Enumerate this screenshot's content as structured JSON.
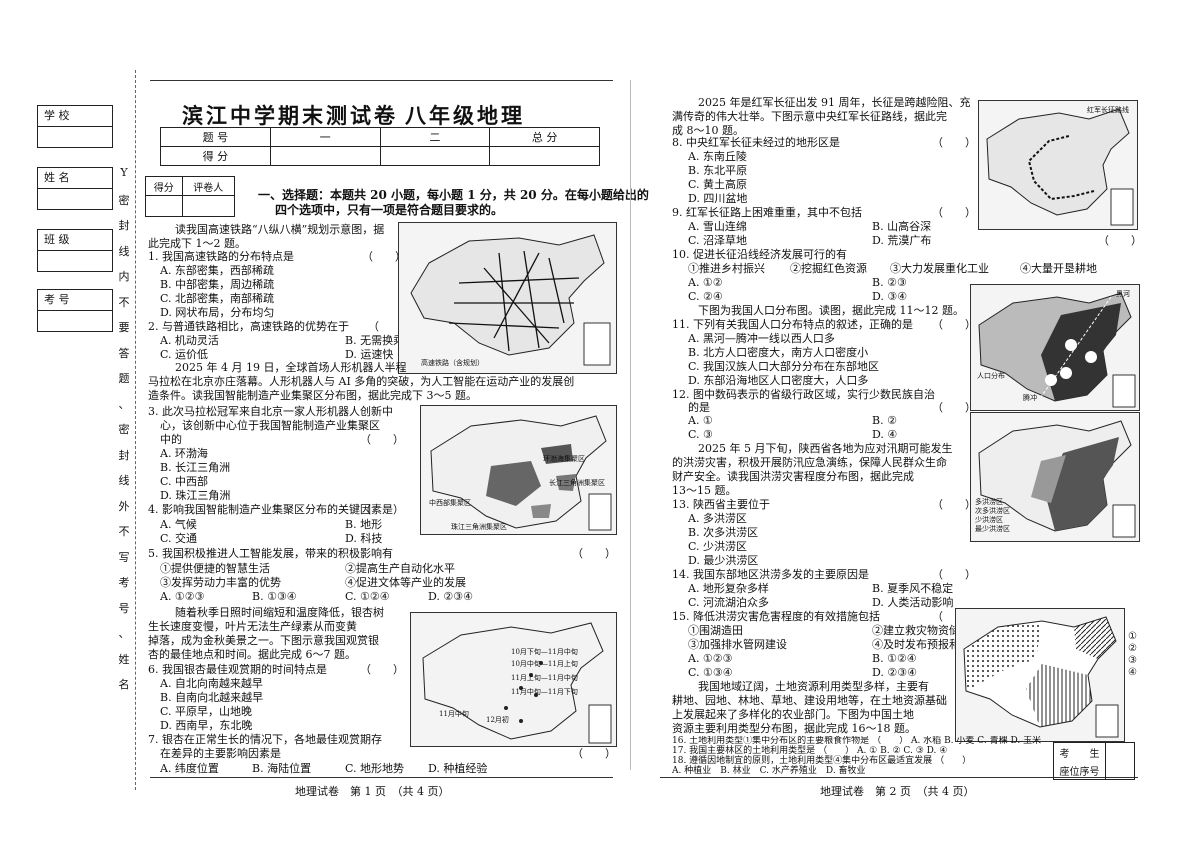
{
  "left_margin": {
    "fields": [
      "学 校",
      "姓 名",
      "班 级",
      "考 号"
    ],
    "side_text": [
      "Y",
      "密",
      "封",
      "线",
      "内",
      "不",
      "要",
      "答",
      "题",
      "、",
      "密",
      "封",
      "线",
      "外",
      "不",
      "写",
      "考",
      "号",
      "、",
      "姓",
      "名"
    ]
  },
  "header": {
    "title": "滨江中学期末测试卷",
    "subtitle": "八年级地理",
    "score_table": {
      "row1": [
        "题 号",
        "一",
        "二",
        "总 分"
      ],
      "row2": [
        "得 分"
      ]
    }
  },
  "grader_box": [
    "得分",
    "评卷人"
  ],
  "section1": {
    "heading_line1": "一、选择题：本题共 20 小题，每小题 1 分，共 20 分。在每小题给出的",
    "heading_line2": "四个选项中，只有一项是符合题目要求的。"
  },
  "page1": {
    "intro1": [
      "读我国高速铁路“八纵八横”规划示意图，据",
      "此完成下 1～2 题。"
    ],
    "q1": {
      "stem": "1. 我国高速铁路的分布特点是",
      "paren": "（　　）",
      "options": [
        "A. 东部密集，西部稀疏",
        "B. 中部密集，周边稀疏",
        "C. 北部密集，南部稀疏",
        "D. 网状布局，分布均匀"
      ]
    },
    "q2": {
      "stem": "2. 与普通铁路相比，高速铁路的优势在于",
      "paren": "（　　）",
      "opts": [
        "A. 机动灵活",
        "B. 无需换乘",
        "C. 运价低",
        "D. 运速快"
      ]
    },
    "map1_caption": "高速铁路（含规划）",
    "intro2": [
      "2025 年 4 月 19 日，全球首场人形机器人半程",
      "马拉松在北京亦庄落幕。人形机器人与 AI 多角的突破，为人工智能在运动产业的发展创",
      "造条件。读我国智能制造产业集聚区分布图，据此完成下 3～5 题。"
    ],
    "q3": {
      "stem": [
        "3. 此次马拉松冠军来自北京一家人形机器人创新中",
        "心，该创新中心位于我国智能制造产业集聚区",
        "中的"
      ],
      "paren": "（　　）",
      "options": [
        "A. 环渤海",
        "B. 长江三角洲",
        "C. 中西部",
        "D. 珠江三角洲"
      ]
    },
    "map2_labels": [
      "环渤海集聚区",
      "长江三角洲集聚区",
      "中西部集聚区",
      "珠江三角洲集聚区"
    ],
    "q4": {
      "stem": "4. 影响我国智能制造产业集聚区分布的关键因素是",
      "paren": "（　　）",
      "opts": [
        "A. 气候",
        "B. 地形",
        "C. 交通",
        "D. 科技"
      ]
    },
    "q5": {
      "stem": "5. 我国积极推进人工智能发展，带来的积极影响有",
      "paren": "（　　）",
      "items": [
        "①提供便捷的智慧生活",
        "②提高生产自动化水平",
        "③发挥劳动力丰富的优势",
        "④促进文体等产业的发展"
      ],
      "opts": [
        "A. ①②③",
        "B. ①③④",
        "C. ①②④",
        "D. ②③④"
      ]
    },
    "intro3": [
      "随着秋季日照时间缩短和温度降低，银杏树",
      "生长速度变慢，叶片无法生产绿素从而变黄",
      "掉落，成为金秋美景之一。下图示意我国观赏银",
      "杏的最佳地点和时间。据此完成 6～7 题。"
    ],
    "map3_labels": [
      "10月下旬—11月中旬",
      "10月中旬—11月上旬",
      "11月上旬—11月中旬",
      "11月中旬—11月下旬",
      "11月中旬",
      "12月初"
    ],
    "q6": {
      "stem": "6. 我国银杏最佳观赏期的时间特点是",
      "paren": "（　　）",
      "options": [
        "A. 自北向南越来越早",
        "B. 自南向北越来越早",
        "C. 平原早，山地晚",
        "D. 西南早，东北晚"
      ]
    },
    "q7": {
      "stem": [
        "7. 银杏在正常生长的情况下，各地最佳观赏期存",
        "在差异的主要影响因素是"
      ],
      "paren": "（　　）",
      "opts": [
        "A. 纬度位置",
        "B. 海陆位置",
        "C. 地形地势",
        "D. 种植经验"
      ]
    },
    "footer": "地理试卷　第 1 页　（共 4 页）"
  },
  "page2": {
    "intro1": [
      "2025 年是红军长征出发 91 周年，长征是跨越险阻、充",
      "满传奇的伟大壮举。下图示意中央红军长征路线，据此完",
      "成 8～10 题。"
    ],
    "map4_caption": "红军长征路线",
    "q8": {
      "stem": "8. 中央红军长征未经过的地形区是",
      "paren": "（　　）",
      "options": [
        "A. 东南丘陵",
        "B. 东北平原",
        "C. 黄土高原",
        "D. 四川盆地"
      ]
    },
    "q9": {
      "stem": "9. 红军长征路上困难重重，其中不包括",
      "paren": "（　　）",
      "opts": [
        "A. 雪山连绵",
        "B. 山高谷深",
        "C. 沼泽草地",
        "D. 荒漠广布"
      ]
    },
    "q10": {
      "stem": "10. 促进长征沿线经济发展可行的有",
      "paren": "（　　）",
      "items": [
        "①推进乡村振兴",
        "②挖掘红色资源",
        "③大力发展重化工业",
        "④大量开垦耕地"
      ],
      "opts": [
        "A. ①②",
        "B. ②③",
        "C. ②④",
        "D. ③④"
      ]
    },
    "intro2": "下图为我国人口分布图。读图，据此完成 11～12 题。",
    "q11": {
      "stem": "11. 下列有关我国人口分布特点的叙述，正确的是",
      "paren": "（　　）",
      "options": [
        "A. 黑河—腾冲一线以西人口多",
        "B. 北方人口密度大，南方人口密度小",
        "C. 我国汉族人口大部分分布在东部地区",
        "D. 东部沿海地区人口密度大，人口多"
      ]
    },
    "q12": {
      "stem": [
        "12. 图中数码表示的省级行政区域，实行少数民族自治",
        "的是"
      ],
      "paren": "（　　）",
      "opts": [
        "A. ①",
        "B. ②",
        "C. ③",
        "D. ④"
      ]
    },
    "map5_labels": [
      "黑河",
      "腾冲",
      "人口分布"
    ],
    "intro3": [
      "2025 年 5 月下旬，陕西省各地为应对汛期可能发生",
      "的洪涝灾害，积极开展防汛应急演练，保障人民群众生命",
      "财产安全。读我国洪涝灾害程度分布图，据此完成",
      "13～15 题。"
    ],
    "map6_labels": [
      "多洪涝区",
      "次多洪涝区",
      "少洪涝区",
      "最少洪涝区"
    ],
    "q13": {
      "stem": "13. 陕西省主要位于",
      "paren": "（　　）",
      "options": [
        "A. 多洪涝区",
        "B. 次多洪涝区",
        "C. 少洪涝区",
        "D. 最少洪涝区"
      ]
    },
    "q14": {
      "stem": "14. 我国东部地区洪涝多发的主要原因是",
      "paren": "（　　）",
      "opts": [
        "A. 地形复杂多样",
        "B. 夏季风不稳定",
        "C. 河流湖泊众多",
        "D. 人类活动影响"
      ]
    },
    "q15": {
      "stem": "15. 降低洪涝灾害危害程度的有效措施包括",
      "paren": "（　　）",
      "items": [
        "①围湖造田",
        "②建立救灾物资储备中心",
        "③加强排水管网建设",
        "④及时发布预报和预警"
      ],
      "opts": [
        "A. ①②③",
        "B. ①②④",
        "C. ①③④",
        "D. ②③④"
      ]
    },
    "intro4": [
      "我国地域辽阔，土地资源利用类型多样，主要有",
      "耕地、园地、林地、草地、建设用地等，在土地资源基础",
      "上发展起来了多样化的农业部门。下图为中国土地",
      "资源主要利用类型分布图，据此完成 16～18 题。"
    ],
    "map7_legend": [
      "①",
      "②",
      "③",
      "④"
    ],
    "q16": {
      "stem": "16. 土地利用类型①集中分布区的主要粮食作物是",
      "paren": "（　　）",
      "opts": [
        "A. 水稻",
        "B. 小麦",
        "C. 青稞",
        "D. 玉米"
      ]
    },
    "q17": {
      "stem": "17. 我国主要林区的土地利用类型是",
      "paren": "（　　）",
      "opts": [
        "A. ①",
        "B. ②",
        "C. ③",
        "D. ④"
      ]
    },
    "q18": {
      "stem": "18. 遵循因地制宜的原则，土地利用类型④集中分布区最适宜发展",
      "paren": "（　　）",
      "opts": [
        "A. 种植业",
        "B. 林业",
        "C. 水产养殖业",
        "D. 畜牧业"
      ]
    },
    "seat_box": [
      "考　　生",
      "座位序号"
    ],
    "footer": "地理试卷　第 2 页　（共 4 页）"
  }
}
